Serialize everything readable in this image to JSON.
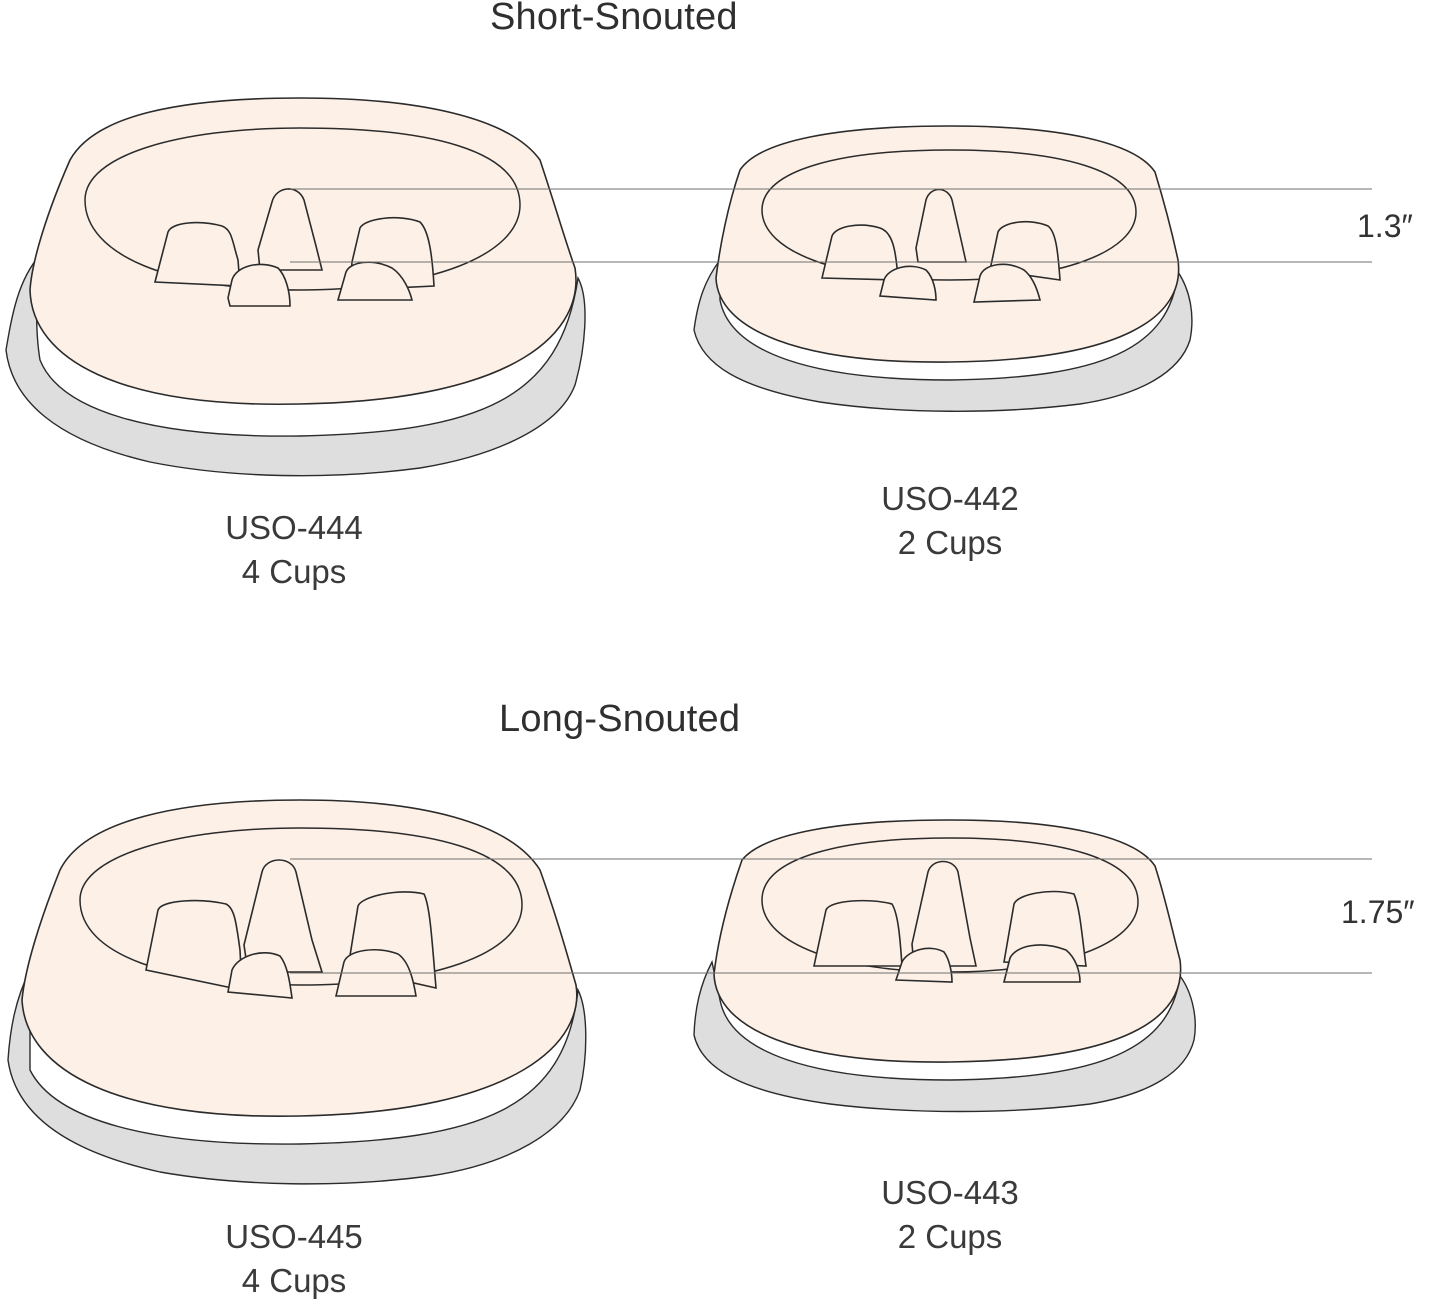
{
  "sections": {
    "short": {
      "title": "Short-Snouted",
      "dimension": "1.3″",
      "bowls": [
        {
          "model": "USO-444",
          "capacity": "4 Cups"
        },
        {
          "model": "USO-442",
          "capacity": "2 Cups"
        }
      ]
    },
    "long": {
      "title": "Long-Snouted",
      "dimension": "1.75″",
      "bowls": [
        {
          "model": "USO-445",
          "capacity": "4 Cups"
        },
        {
          "model": "USO-443",
          "capacity": "2 Cups"
        }
      ]
    }
  },
  "colors": {
    "bowl_fill": "#fdf0e7",
    "shadow_fill": "#dedede",
    "outline": "#2b2b2b",
    "guide_line": "#8a8a8a"
  }
}
